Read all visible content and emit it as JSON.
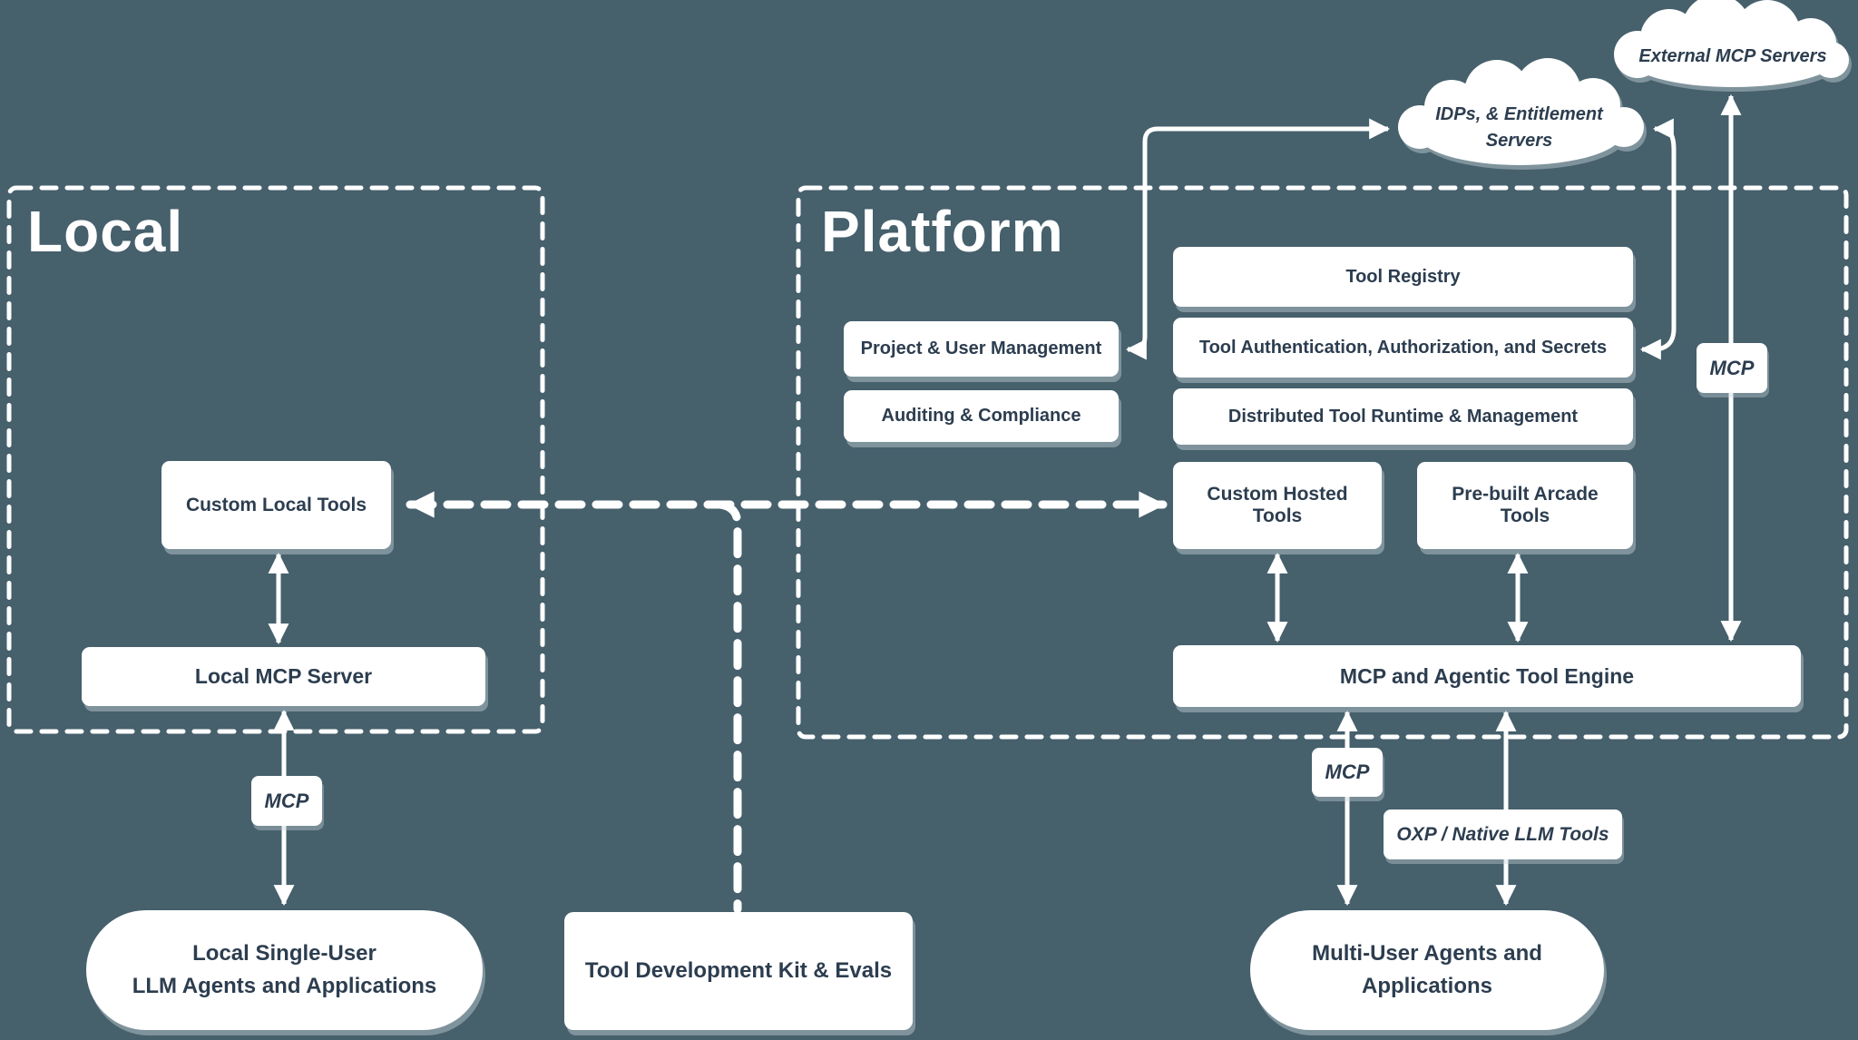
{
  "canvas": {
    "background_color": "#46606C",
    "box_text_color": "#2C3D4F",
    "line_color": "#FFFFFF"
  },
  "sections": {
    "local": {
      "label": "Local"
    },
    "platform": {
      "label": "Platform"
    }
  },
  "clouds": {
    "external_mcp": {
      "label": "External MCP Servers"
    },
    "idp": {
      "label_line1": "IDPs, & Entitlement",
      "label_line2": "Servers"
    }
  },
  "boxes": {
    "tool_registry": {
      "label": "Tool Registry"
    },
    "tool_auth": {
      "label": "Tool Authentication, Authorization, and Secrets"
    },
    "distributed_runtime": {
      "label": "Distributed Tool Runtime & Management"
    },
    "project_user_mgmt": {
      "label": "Project & User Management"
    },
    "auditing_compliance": {
      "label": "Auditing & Compliance"
    },
    "custom_hosted_tools": {
      "label": "Custom Hosted Tools"
    },
    "prebuilt_arcade_tools": {
      "label": "Pre-built Arcade Tools"
    },
    "engine": {
      "label": "MCP and Agentic Tool Engine"
    },
    "custom_local_tools": {
      "label": "Custom Local Tools"
    },
    "local_mcp_server": {
      "label": "Local MCP Server"
    },
    "tool_dev_kit": {
      "label": "Tool Development Kit & Evals"
    }
  },
  "pills": {
    "local_agents": {
      "line1": "Local Single-User",
      "line2": "LLM Agents and Applications"
    },
    "multi_user_agents": {
      "line1": "Multi-User Agents and",
      "line2": "Applications"
    }
  },
  "badges": {
    "mcp_local": {
      "label": "MCP"
    },
    "mcp_platform": {
      "label": "MCP"
    },
    "mcp_external": {
      "label": "MCP"
    },
    "oxp": {
      "label": "OXP / Native LLM Tools"
    }
  }
}
